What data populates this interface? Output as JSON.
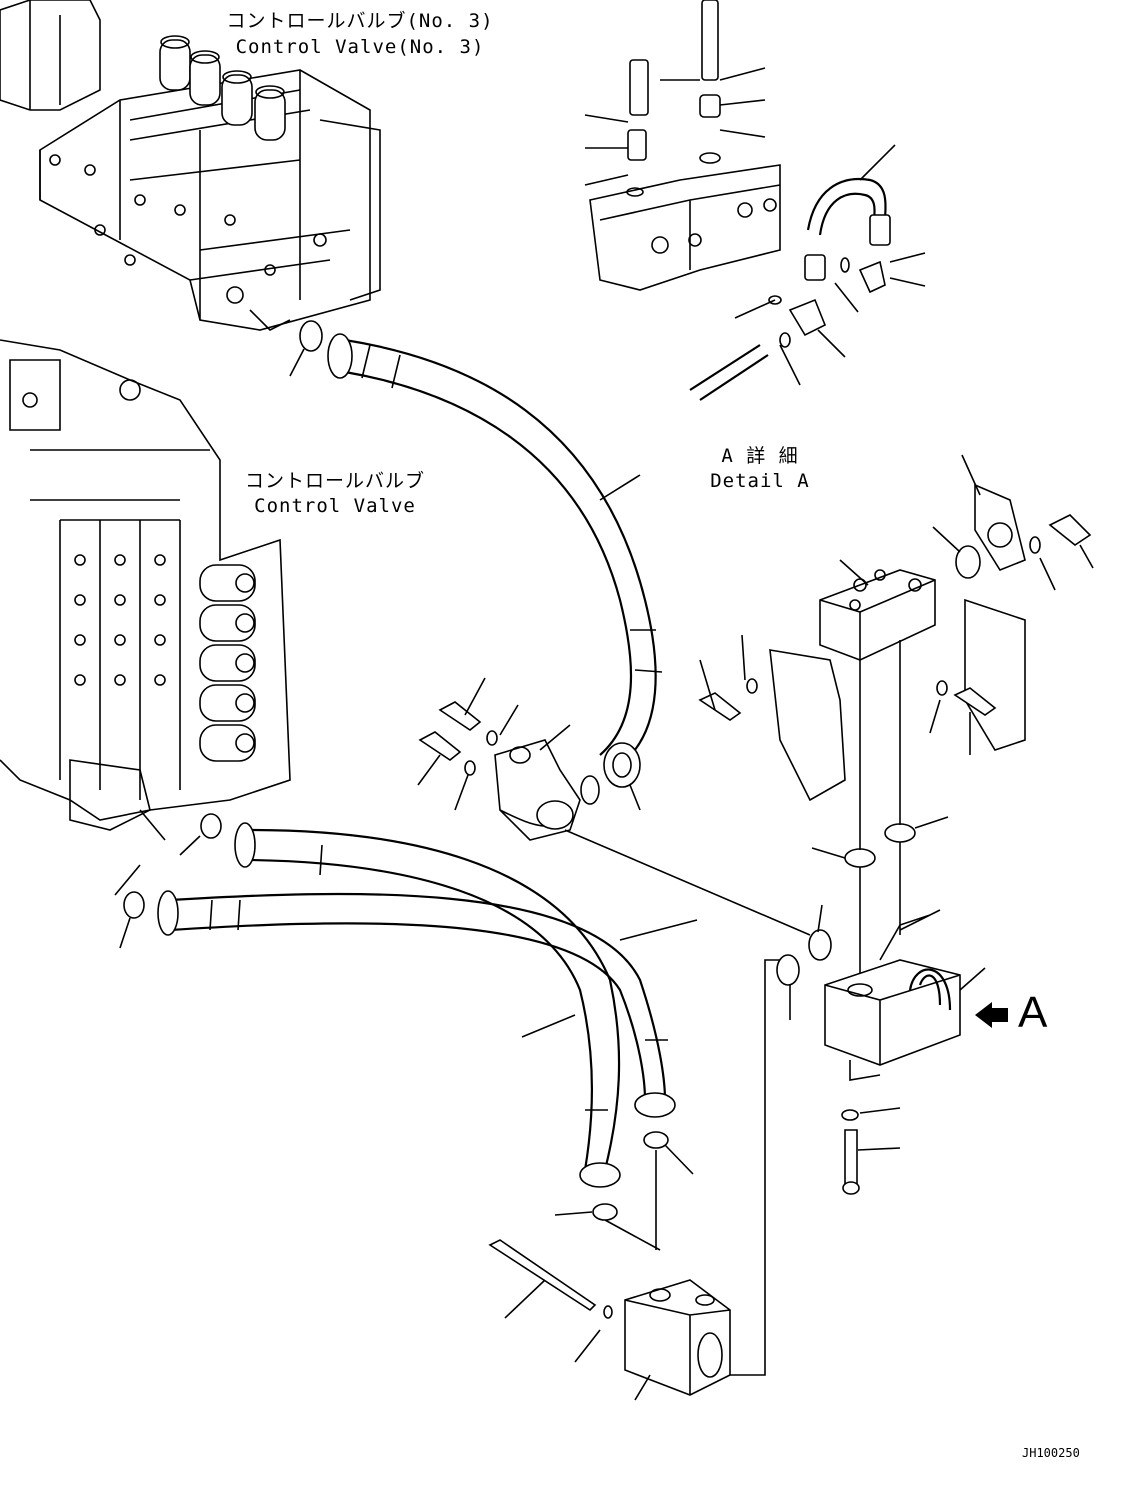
{
  "labels": {
    "cv3_jp": "コントロールバルブ(No. 3)",
    "cv3_en": "Control Valve(No. 3)",
    "cv_jp": "コントロールバルブ",
    "cv_en": "Control Valve",
    "detail_jp": "A 詳 細",
    "detail_en": "Detail A",
    "view_letter": "A",
    "drawing_code": "JH100250"
  }
}
